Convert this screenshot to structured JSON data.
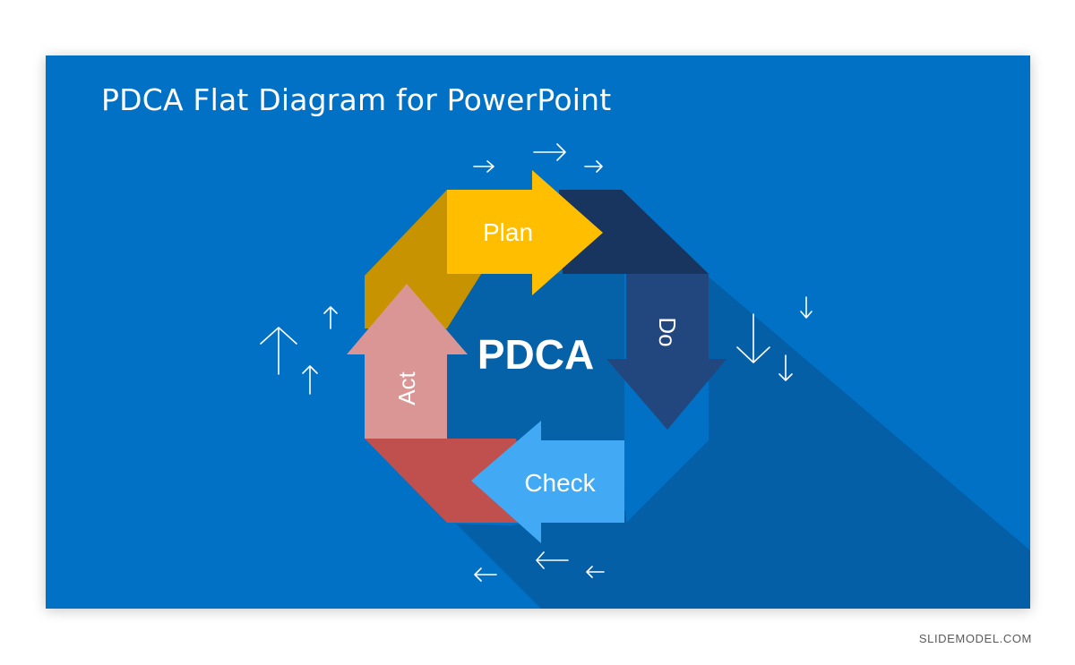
{
  "slide": {
    "title": "PDCA Flat Diagram for PowerPoint"
  },
  "diagram": {
    "center_label": "PDCA",
    "steps": [
      {
        "label": "Plan",
        "color": "#ffbf00",
        "dark_color": "#c79300"
      },
      {
        "label": "Do",
        "color": "#22467e",
        "dark_color": "#17355f"
      },
      {
        "label": "Check",
        "color": "#42aaf5",
        "dark_color": "#0171c5"
      },
      {
        "label": "Act",
        "color": "#d99694",
        "dark_color": "#c0504d"
      }
    ],
    "colors": {
      "background": "#0171c5",
      "center": "#0561a8",
      "long_shadow": "#045fa6"
    }
  },
  "footer": {
    "credit": "SLIDEMODEL.COM"
  }
}
